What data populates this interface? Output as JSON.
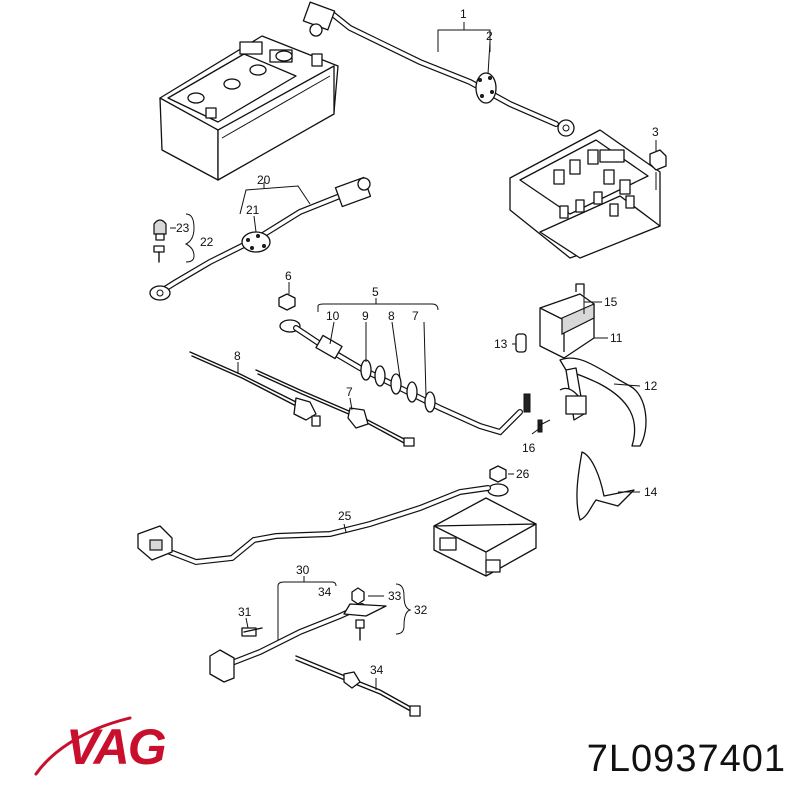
{
  "brand": {
    "name": "VAG",
    "color": "#c8102e"
  },
  "part_number": "7L0937401",
  "callouts": {
    "c1": "1",
    "c2": "2",
    "c3": "3",
    "c5": "5",
    "c6": "6",
    "c7a": "7",
    "c7b": "7",
    "c8a": "8",
    "c8b": "8",
    "c9": "9",
    "c10": "10",
    "c11": "11",
    "c12": "12",
    "c13": "13",
    "c14": "14",
    "c15": "15",
    "c16": "16",
    "c20": "20",
    "c21": "21",
    "c22": "22",
    "c23": "23",
    "c25": "25",
    "c26": "26",
    "c30": "30",
    "c31": "31",
    "c32": "32",
    "c33": "33",
    "c34a": "34",
    "c34b": "34"
  }
}
